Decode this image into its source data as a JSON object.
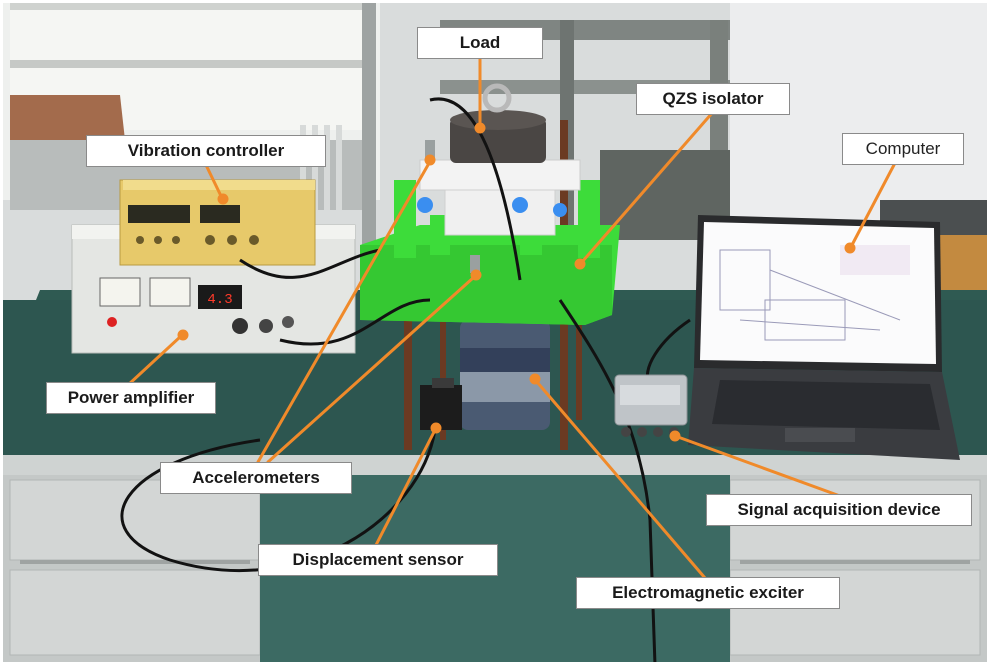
{
  "figure": {
    "labels": {
      "load": "Load",
      "qzs_isolator": "QZS isolator",
      "vibration_controller": "Vibration controller",
      "computer": "Computer",
      "power_amplifier": "Power amplifier",
      "accelerometers": "Accelerometers",
      "signal_acquisition_device": "Signal acquisition device",
      "displacement_sensor": "Displacement sensor",
      "electromagnetic_exciter": "Electromagnetic exciter"
    },
    "colors": {
      "leader_line": "#f08a2a",
      "label_border": "#8a8a8a",
      "platform_green": "#3ddc3a",
      "bench_top": "#2f5a52"
    }
  }
}
